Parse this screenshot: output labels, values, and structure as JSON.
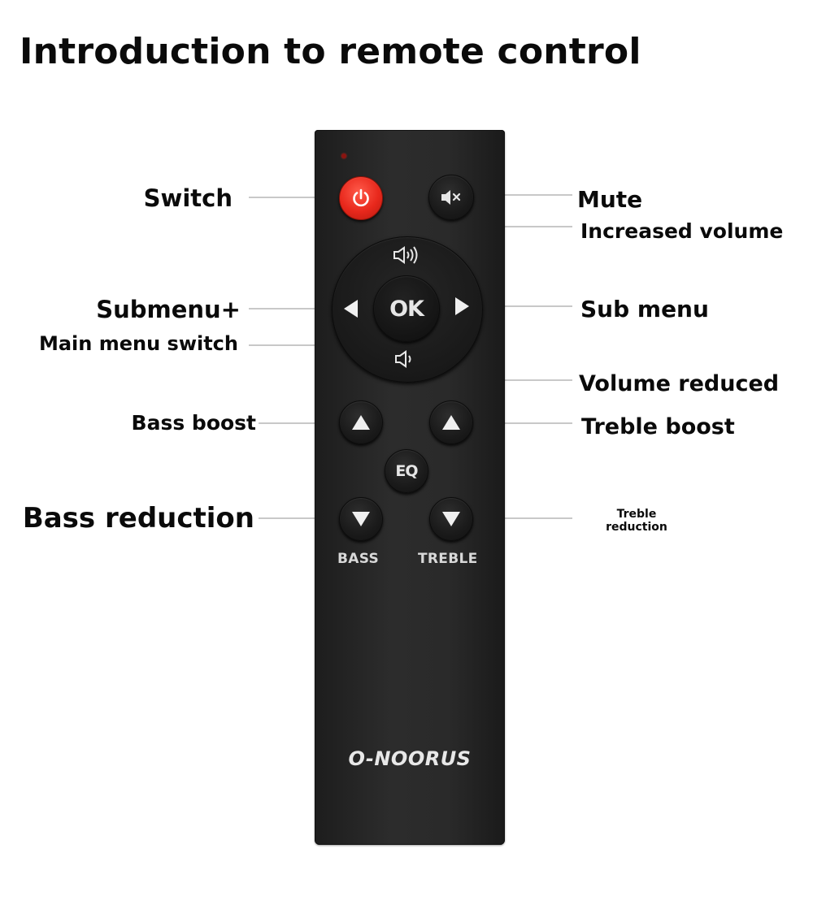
{
  "title": "Introduction to remote control",
  "labels": {
    "switch": "Switch",
    "mute": "Mute",
    "increased_volume": "Increased volume",
    "submenu_plus": "Submenu+",
    "sub_menu": "Sub menu",
    "main_menu_switch": "Main menu switch",
    "volume_reduced": "Volume reduced",
    "bass_boost": "Bass boost",
    "treble_boost": "Treble boost",
    "bass_reduction": "Bass reduction",
    "treble_reduction_line1": "Treble",
    "treble_reduction_line2": "reduction"
  },
  "remote": {
    "brand": "O-NOORUS",
    "ok_label": "OK",
    "eq_label": "EQ",
    "bass_label": "BASS",
    "treble_label": "TREBLE",
    "icons": {
      "power": "power-icon",
      "mute": "speaker-mute-icon",
      "volume_up": "speaker-volume-up-icon",
      "volume_down": "speaker-volume-down-icon",
      "left": "triangle-left-icon",
      "right": "triangle-right-icon",
      "bass_up": "triangle-up-icon",
      "treble_up": "triangle-up-icon",
      "bass_down": "triangle-down-icon",
      "treble_down": "triangle-down-icon"
    },
    "colors": {
      "body": "#262626",
      "power_button": "#e8281c",
      "button": "#1a1a1a",
      "button_print": "#e6e6e6"
    }
  }
}
